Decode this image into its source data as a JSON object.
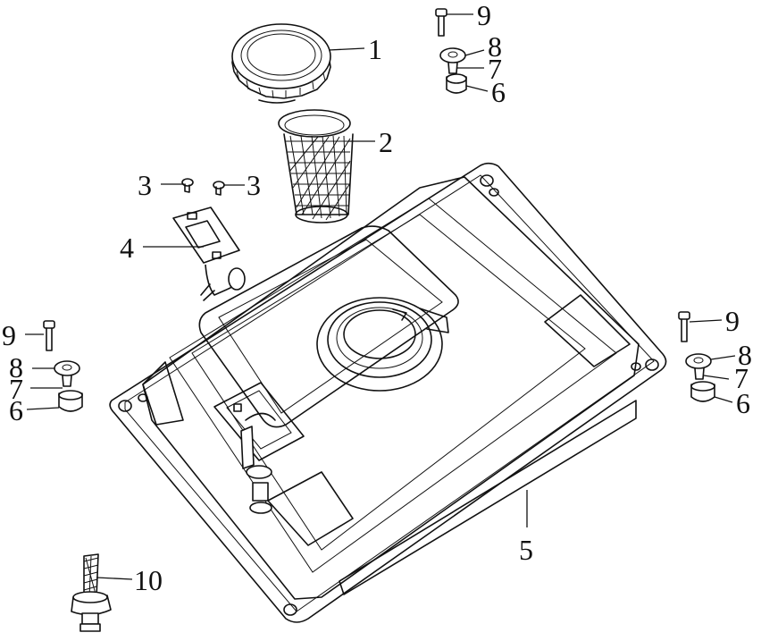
{
  "diagram": {
    "parts": [
      {
        "key": "fuel-cap",
        "label": "1"
      },
      {
        "key": "fuel-strainer",
        "label": "2"
      },
      {
        "key": "screw-left",
        "label": "3"
      },
      {
        "key": "screw-right",
        "label": "3"
      },
      {
        "key": "fuel-gauge",
        "label": "4"
      },
      {
        "key": "fuel-tank",
        "label": "5"
      },
      {
        "key": "mount-top-grommet",
        "label": "6"
      },
      {
        "key": "mount-top-collar",
        "label": "7"
      },
      {
        "key": "mount-top-washer",
        "label": "8"
      },
      {
        "key": "mount-top-bolt",
        "label": "9"
      },
      {
        "key": "mount-left-bolt",
        "label": "9"
      },
      {
        "key": "mount-left-washer",
        "label": "8"
      },
      {
        "key": "mount-left-collar",
        "label": "7"
      },
      {
        "key": "mount-left-grommet",
        "label": "6"
      },
      {
        "key": "mount-right-bolt",
        "label": "9"
      },
      {
        "key": "mount-right-washer",
        "label": "8"
      },
      {
        "key": "mount-right-collar",
        "label": "7"
      },
      {
        "key": "mount-right-grommet",
        "label": "6"
      },
      {
        "key": "fuel-filter",
        "label": "10"
      }
    ]
  }
}
